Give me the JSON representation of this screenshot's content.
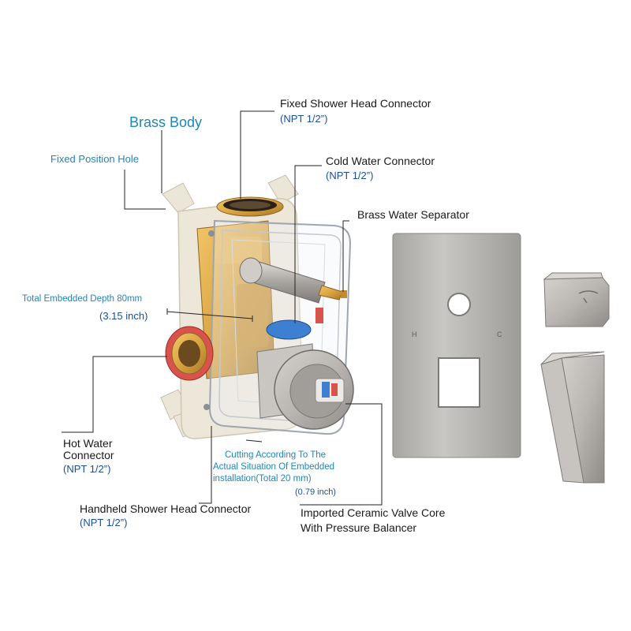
{
  "labels": {
    "fixed_shower_head": "Fixed Shower Head Connector",
    "fixed_shower_head_npt": "(NPT 1/2”)",
    "brass_body": "Brass Body",
    "fixed_position_hole": "Fixed Position Hole",
    "cold_water": "Cold Water Connector",
    "cold_water_npt": "(NPT 1/2”)",
    "brass_water_separator": "Brass Water Separator",
    "total_depth": "Total Embedded Depth 80mm",
    "total_depth_inch": "(3.15 inch)",
    "hot_water_line1": "Hot Water",
    "hot_water_line2": "Connector",
    "hot_water_npt": "(NPT 1/2”)",
    "cutting_line1": "Cutting According To The",
    "cutting_line2": "Actual Situation Of Embedded",
    "cutting_line3": "installation(Total 20 mm)",
    "cutting_inch": "(0.79 inch)",
    "handheld": "Handheld Shower Head Connector",
    "handheld_npt": "(NPT 1/2”)",
    "valve_core_line1": "Imported Ceramic Valve Core",
    "valve_core_line2": "With Pressure Balancer",
    "plate_mark_h": "H",
    "plate_mark_c": "C"
  },
  "colors": {
    "brass": "#d9a441",
    "brushed_nickel": "#b9b6b2",
    "housing": "#e9e3d6",
    "hot_ring": "#d8534b",
    "cold_ring": "#3d7fd0",
    "label_teal": "#1f86b8",
    "label_navy": "#1a4f9c"
  }
}
